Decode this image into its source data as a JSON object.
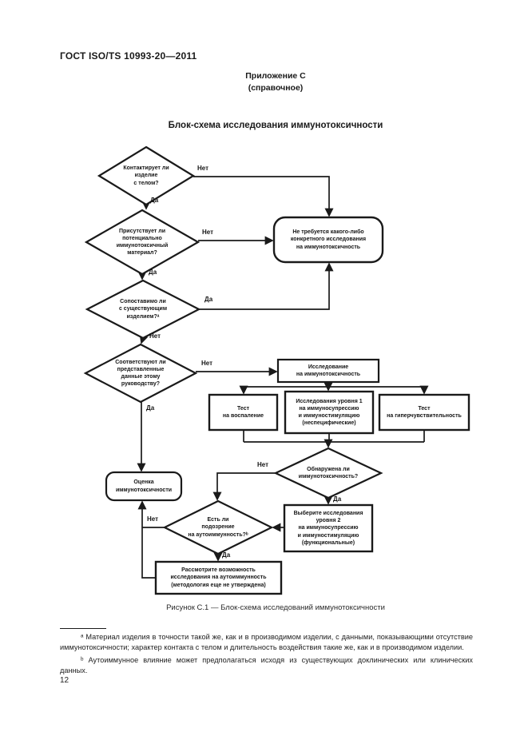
{
  "page": {
    "header": "ГОСТ ISO/TS 10993-20—2011",
    "appendix": "Приложение С\n(справочное)",
    "title": "Блок-схема исследования иммунотоксичности",
    "caption": "Рисунок С.1 — Блок-схема исследований иммунотоксичности",
    "page_number": "12"
  },
  "footnotes": {
    "a": "ᵃ Материал изделия в точности такой же, как и в производимом изделии, с данными, показывающими отсутствие иммунотоксичности; характер контакта с телом и длительность воздействия такие же, как и в производимом изделии.",
    "b": "ᵇ Аутоиммунное влияние может предполагаться исходя из существующих доклинических или клинических данных."
  },
  "flowchart": {
    "labels": {
      "yes": "Да",
      "no": "Нет"
    },
    "nodes": {
      "d1": "Контактирует ли\nизделие\nс телом?",
      "d2": "Присутствует ли\nпотенциально\nиммунотоксичный\nматериал?",
      "d3": "Сопоставимо ли\nс существующим\nизделием?ᵃ",
      "d4": "Соответствуют ли\nпредставленные\nданные этому\nруководству?",
      "no_testing": "Не требуется какого-либо\nконкретного исследования\nна иммунотоксичность",
      "research": "Исследование\nна иммунотоксичность",
      "test_inflammation": "Тест\nна воспаление",
      "level1": "Исследования уровня 1\nна иммуносупрессию\nи иммуностимуляцию\n(неспецифические)",
      "test_hypersensitivity": "Тест\nна гиперчувствительность",
      "d5": "Обнаружена ли\nиммунотоксичность?",
      "level2": "Выберите исследования\nуровня 2\nна иммуносупрессию\nи иммуностимуляцию\n(функциональные)",
      "d6": "Есть ли\nподозрение\nна аутоиммунность?ᵇ",
      "autoimmunity": "Рассмотрите возможность\nисследования на аутоиммунность\n(методология еще не утверждена)",
      "assessment": "Оценка\nиммунотоксичности"
    },
    "colors": {
      "ink": "#1a1a1a",
      "paper": "#ffffff"
    }
  }
}
